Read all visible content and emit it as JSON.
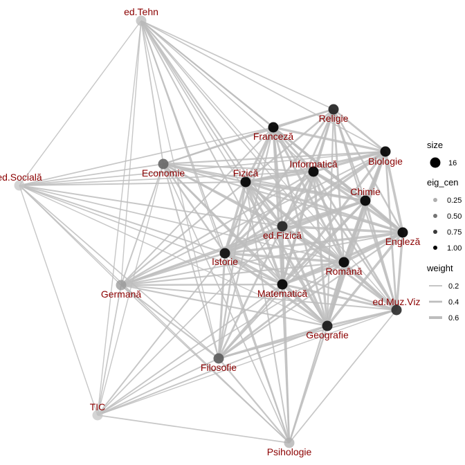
{
  "nodes": [
    {
      "id": "edTehn",
      "label": "ed.Tehn",
      "eig": 0.2
    },
    {
      "id": "religie",
      "label": "Religie",
      "eig": 0.85
    },
    {
      "id": "franceza",
      "label": "Franceză",
      "eig": 1.0
    },
    {
      "id": "biologie",
      "label": "Biologie",
      "eig": 1.0
    },
    {
      "id": "economie",
      "label": "Economie",
      "eig": 0.55
    },
    {
      "id": "informatica",
      "label": "Informatică",
      "eig": 1.0
    },
    {
      "id": "fizica",
      "label": "Fizică",
      "eig": 1.0
    },
    {
      "id": "edSociala",
      "label": "ed.Socială",
      "eig": 0.15
    },
    {
      "id": "chimie",
      "label": "Chimie",
      "eig": 1.0
    },
    {
      "id": "edFizica",
      "label": "ed.Fizică",
      "eig": 0.85
    },
    {
      "id": "engleza",
      "label": "Engleză",
      "eig": 1.0
    },
    {
      "id": "istorie",
      "label": "Istorie",
      "eig": 0.95
    },
    {
      "id": "romana",
      "label": "Română",
      "eig": 1.0
    },
    {
      "id": "germana",
      "label": "Germană",
      "eig": 0.35
    },
    {
      "id": "matematica",
      "label": "Matematică",
      "eig": 1.0
    },
    {
      "id": "edMuzViz",
      "label": "ed.Muz.Viz",
      "eig": 0.8
    },
    {
      "id": "geografie",
      "label": "Geografie",
      "eig": 0.9
    },
    {
      "id": "filosofie",
      "label": "Filosofie",
      "eig": 0.6
    },
    {
      "id": "tic",
      "label": "TIC",
      "eig": 0.15
    },
    {
      "id": "psihologie",
      "label": "Psihologie",
      "eig": 0.25
    }
  ],
  "edges": [
    [
      "edTehn",
      "religie",
      0.2
    ],
    [
      "edTehn",
      "franceza",
      0.25
    ],
    [
      "edTehn",
      "biologie",
      0.2
    ],
    [
      "edTehn",
      "economie",
      0.2
    ],
    [
      "edTehn",
      "informatica",
      0.2
    ],
    [
      "edTehn",
      "fizica",
      0.25
    ],
    [
      "edTehn",
      "edSociala",
      0.15
    ],
    [
      "edTehn",
      "chimie",
      0.2
    ],
    [
      "edTehn",
      "edFizica",
      0.3
    ],
    [
      "edTehn",
      "engleza",
      0.2
    ],
    [
      "edTehn",
      "istorie",
      0.25
    ],
    [
      "edTehn",
      "romana",
      0.2
    ],
    [
      "edTehn",
      "germana",
      0.15
    ],
    [
      "edTehn",
      "matematica",
      0.25
    ],
    [
      "edTehn",
      "geografie",
      0.2
    ],
    [
      "edTehn",
      "filosofie",
      0.15
    ],
    [
      "edTehn",
      "tic",
      0.15
    ],
    [
      "edTehn",
      "psihologie",
      0.15
    ],
    [
      "edTehn",
      "edMuzViz",
      0.15
    ],
    [
      "religie",
      "franceza",
      0.4
    ],
    [
      "religie",
      "biologie",
      0.4
    ],
    [
      "religie",
      "informatica",
      0.35
    ],
    [
      "religie",
      "fizica",
      0.35
    ],
    [
      "religie",
      "chimie",
      0.35
    ],
    [
      "religie",
      "edFizica",
      0.4
    ],
    [
      "religie",
      "engleza",
      0.35
    ],
    [
      "religie",
      "istorie",
      0.4
    ],
    [
      "religie",
      "romana",
      0.4
    ],
    [
      "religie",
      "matematica",
      0.35
    ],
    [
      "religie",
      "geografie",
      0.3
    ],
    [
      "religie",
      "economie",
      0.25
    ],
    [
      "religie",
      "edMuzViz",
      0.3
    ],
    [
      "franceza",
      "biologie",
      0.5
    ],
    [
      "franceza",
      "informatica",
      0.45
    ],
    [
      "franceza",
      "fizica",
      0.5
    ],
    [
      "franceza",
      "chimie",
      0.45
    ],
    [
      "franceza",
      "edFizica",
      0.5
    ],
    [
      "franceza",
      "engleza",
      0.5
    ],
    [
      "franceza",
      "istorie",
      0.45
    ],
    [
      "franceza",
      "romana",
      0.5
    ],
    [
      "franceza",
      "matematica",
      0.5
    ],
    [
      "franceza",
      "geografie",
      0.4
    ],
    [
      "franceza",
      "economie",
      0.3
    ],
    [
      "franceza",
      "edSociala",
      0.2
    ],
    [
      "franceza",
      "germana",
      0.25
    ],
    [
      "franceza",
      "edMuzViz",
      0.35
    ],
    [
      "franceza",
      "filosofie",
      0.3
    ],
    [
      "biologie",
      "informatica",
      0.5
    ],
    [
      "biologie",
      "fizica",
      0.5
    ],
    [
      "biologie",
      "chimie",
      0.6
    ],
    [
      "biologie",
      "edFizica",
      0.5
    ],
    [
      "biologie",
      "engleza",
      0.55
    ],
    [
      "biologie",
      "istorie",
      0.45
    ],
    [
      "biologie",
      "romana",
      0.55
    ],
    [
      "biologie",
      "matematica",
      0.5
    ],
    [
      "biologie",
      "geografie",
      0.5
    ],
    [
      "biologie",
      "edMuzViz",
      0.4
    ],
    [
      "biologie",
      "economie",
      0.3
    ],
    [
      "biologie",
      "edSociala",
      0.2
    ],
    [
      "biologie",
      "germana",
      0.25
    ],
    [
      "economie",
      "fizica",
      0.35
    ],
    [
      "economie",
      "informatica",
      0.3
    ],
    [
      "economie",
      "chimie",
      0.3
    ],
    [
      "economie",
      "edFizica",
      0.35
    ],
    [
      "economie",
      "engleza",
      0.3
    ],
    [
      "economie",
      "istorie",
      0.35
    ],
    [
      "economie",
      "romana",
      0.3
    ],
    [
      "economie",
      "matematica",
      0.35
    ],
    [
      "economie",
      "geografie",
      0.3
    ],
    [
      "economie",
      "filosofie",
      0.25
    ],
    [
      "economie",
      "germana",
      0.25
    ],
    [
      "economie",
      "edSociala",
      0.2
    ],
    [
      "economie",
      "tic",
      0.15
    ],
    [
      "economie",
      "psihologie",
      0.2
    ],
    [
      "informatica",
      "fizica",
      0.55
    ],
    [
      "informatica",
      "chimie",
      0.55
    ],
    [
      "informatica",
      "edFizica",
      0.55
    ],
    [
      "informatica",
      "engleza",
      0.55
    ],
    [
      "informatica",
      "istorie",
      0.5
    ],
    [
      "informatica",
      "romana",
      0.55
    ],
    [
      "informatica",
      "matematica",
      0.6
    ],
    [
      "informatica",
      "geografie",
      0.5
    ],
    [
      "informatica",
      "edMuzViz",
      0.4
    ],
    [
      "fizica",
      "chimie",
      0.55
    ],
    [
      "fizica",
      "edFizica",
      0.55
    ],
    [
      "fizica",
      "engleza",
      0.5
    ],
    [
      "fizica",
      "istorie",
      0.55
    ],
    [
      "fizica",
      "romana",
      0.55
    ],
    [
      "fizica",
      "matematica",
      0.6
    ],
    [
      "fizica",
      "geografie",
      0.5
    ],
    [
      "fizica",
      "filosofie",
      0.35
    ],
    [
      "fizica",
      "germana",
      0.3
    ],
    [
      "fizica",
      "edSociala",
      0.25
    ],
    [
      "fizica",
      "edMuzViz",
      0.35
    ],
    [
      "fizica",
      "psihologie",
      0.25
    ],
    [
      "edSociala",
      "istorie",
      0.25
    ],
    [
      "edSociala",
      "germana",
      0.15
    ],
    [
      "edSociala",
      "tic",
      0.15
    ],
    [
      "edSociala",
      "filosofie",
      0.2
    ],
    [
      "edSociala",
      "edFizica",
      0.25
    ],
    [
      "edSociala",
      "matematica",
      0.2
    ],
    [
      "edSociala",
      "romana",
      0.2
    ],
    [
      "edSociala",
      "geografie",
      0.15
    ],
    [
      "edSociala",
      "psihologie",
      0.15
    ],
    [
      "edSociala",
      "informatica",
      0.2
    ],
    [
      "chimie",
      "edFizica",
      0.55
    ],
    [
      "chimie",
      "engleza",
      0.6
    ],
    [
      "chimie",
      "istorie",
      0.5
    ],
    [
      "chimie",
      "romana",
      0.6
    ],
    [
      "chimie",
      "matematica",
      0.55
    ],
    [
      "chimie",
      "geografie",
      0.55
    ],
    [
      "chimie",
      "edMuzViz",
      0.45
    ],
    [
      "chimie",
      "filosofie",
      0.3
    ],
    [
      "edFizica",
      "engleza",
      0.55
    ],
    [
      "edFizica",
      "istorie",
      0.55
    ],
    [
      "edFizica",
      "romana",
      0.6
    ],
    [
      "edFizica",
      "matematica",
      0.6
    ],
    [
      "edFizica",
      "geografie",
      0.55
    ],
    [
      "edFizica",
      "filosofie",
      0.4
    ],
    [
      "edFizica",
      "germana",
      0.35
    ],
    [
      "edFizica",
      "edMuzViz",
      0.45
    ],
    [
      "edFizica",
      "tic",
      0.2
    ],
    [
      "edFizica",
      "psihologie",
      0.3
    ],
    [
      "engleza",
      "istorie",
      0.5
    ],
    [
      "engleza",
      "romana",
      0.6
    ],
    [
      "engleza",
      "matematica",
      0.55
    ],
    [
      "engleza",
      "geografie",
      0.55
    ],
    [
      "engleza",
      "edMuzViz",
      0.5
    ],
    [
      "engleza",
      "filosofie",
      0.3
    ],
    [
      "engleza",
      "germana",
      0.25
    ],
    [
      "istorie",
      "romana",
      0.55
    ],
    [
      "istorie",
      "matematica",
      0.6
    ],
    [
      "istorie",
      "geografie",
      0.55
    ],
    [
      "istorie",
      "filosofie",
      0.45
    ],
    [
      "istorie",
      "germana",
      0.4
    ],
    [
      "istorie",
      "edMuzViz",
      0.35
    ],
    [
      "istorie",
      "tic",
      0.25
    ],
    [
      "istorie",
      "psihologie",
      0.3
    ],
    [
      "romana",
      "matematica",
      0.6
    ],
    [
      "romana",
      "geografie",
      0.6
    ],
    [
      "romana",
      "edMuzViz",
      0.5
    ],
    [
      "romana",
      "filosofie",
      0.4
    ],
    [
      "romana",
      "germana",
      0.3
    ],
    [
      "romana",
      "psihologie",
      0.3
    ],
    [
      "romana",
      "tic",
      0.2
    ],
    [
      "germana",
      "matematica",
      0.35
    ],
    [
      "germana",
      "geografie",
      0.3
    ],
    [
      "germana",
      "filosofie",
      0.3
    ],
    [
      "germana",
      "tic",
      0.2
    ],
    [
      "germana",
      "psihologie",
      0.2
    ],
    [
      "germana",
      "edMuzViz",
      0.25
    ],
    [
      "germana",
      "informatica",
      0.3
    ],
    [
      "germana",
      "chimie",
      0.3
    ],
    [
      "matematica",
      "geografie",
      0.6
    ],
    [
      "matematica",
      "edMuzViz",
      0.45
    ],
    [
      "matematica",
      "filosofie",
      0.45
    ],
    [
      "matematica",
      "tic",
      0.25
    ],
    [
      "matematica",
      "psihologie",
      0.35
    ],
    [
      "edMuzViz",
      "geografie",
      0.45
    ],
    [
      "edMuzViz",
      "filosofie",
      0.3
    ],
    [
      "edMuzViz",
      "psihologie",
      0.2
    ],
    [
      "edMuzViz",
      "tic",
      0.15
    ],
    [
      "geografie",
      "filosofie",
      0.45
    ],
    [
      "geografie",
      "psihologie",
      0.35
    ],
    [
      "geografie",
      "tic",
      0.25
    ],
    [
      "filosofie",
      "tic",
      0.25
    ],
    [
      "filosofie",
      "psihologie",
      0.3
    ],
    [
      "tic",
      "psihologie",
      0.2
    ]
  ],
  "legend": {
    "size": {
      "title": "size",
      "items": [
        {
          "label": "16"
        }
      ]
    },
    "eig_cen": {
      "title": "eig_cen",
      "items": [
        {
          "label": "0.25",
          "value": 0.25
        },
        {
          "label": "0.50",
          "value": 0.5
        },
        {
          "label": "0.75",
          "value": 0.75
        },
        {
          "label": "1.00",
          "value": 1.0
        }
      ]
    },
    "weight": {
      "title": "weight",
      "items": [
        {
          "label": "0.2",
          "value": 0.2
        },
        {
          "label": "0.4",
          "value": 0.4
        },
        {
          "label": "0.6",
          "value": 0.6
        }
      ]
    }
  },
  "colors": {
    "edge": "#bdbdbd",
    "label": "#8b0000",
    "node_dark": "#000000",
    "node_light": "#e6e6e6"
  }
}
